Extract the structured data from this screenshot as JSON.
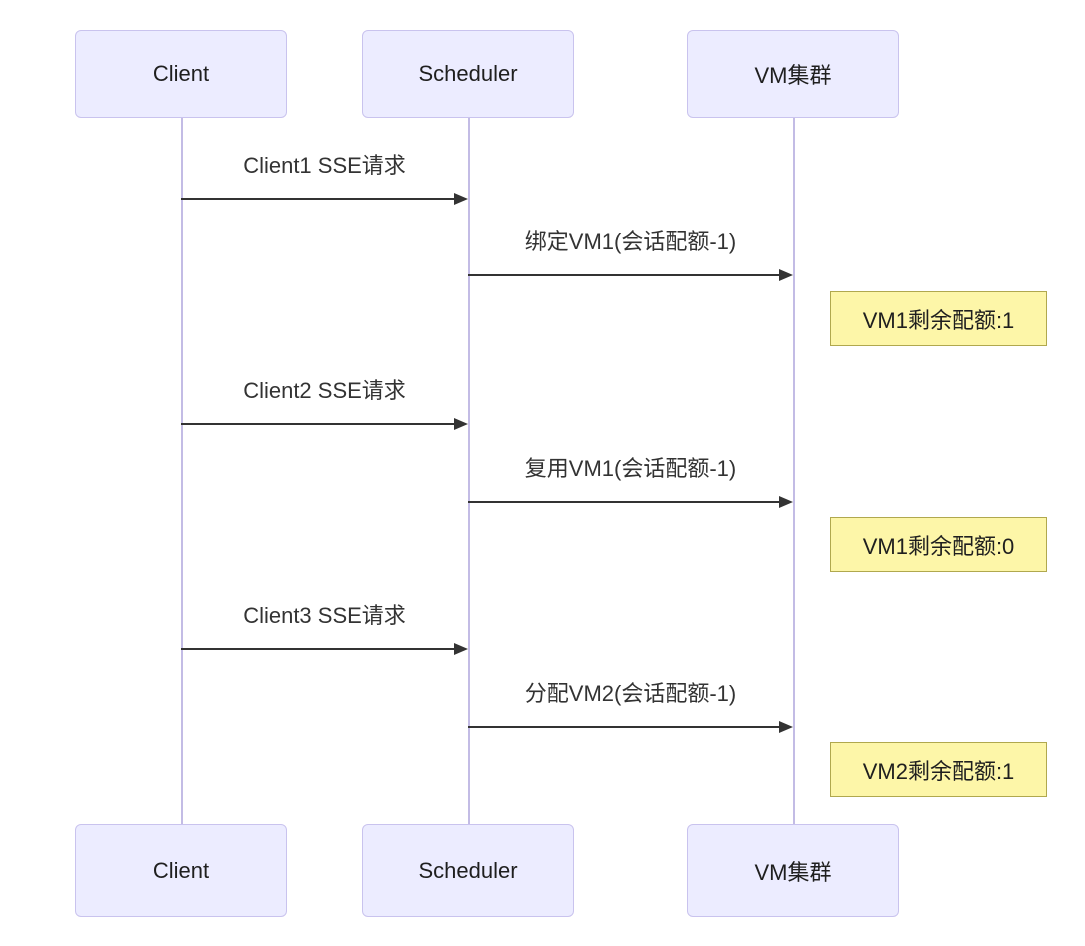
{
  "diagram": {
    "type": "sequence-diagram",
    "actors": [
      {
        "id": "client",
        "label": "Client"
      },
      {
        "id": "scheduler",
        "label": "Scheduler"
      },
      {
        "id": "vm-cluster",
        "label": "VM集群"
      }
    ],
    "messages": [
      {
        "from": "Client",
        "to": "Scheduler",
        "label": "Client1 SSE请求"
      },
      {
        "from": "Scheduler",
        "to": "VM集群",
        "label": "绑定VM1(会话配额-1)"
      },
      {
        "from": "Client",
        "to": "Scheduler",
        "label": "Client2 SSE请求"
      },
      {
        "from": "Scheduler",
        "to": "VM集群",
        "label": "复用VM1(会话配额-1)"
      },
      {
        "from": "Client",
        "to": "Scheduler",
        "label": "Client3 SSE请求"
      },
      {
        "from": "Scheduler",
        "to": "VM集群",
        "label": "分配VM2(会话配额-1)"
      }
    ],
    "notes": [
      {
        "anchor": "VM集群",
        "label": "VM1剩余配额:1"
      },
      {
        "anchor": "VM集群",
        "label": "VM1剩余配额:0"
      },
      {
        "anchor": "VM集群",
        "label": "VM2剩余配额:1"
      }
    ]
  },
  "colors": {
    "actor-fill": "#ececff",
    "actor-border": "#c9c3ee",
    "lifeline": "#c3bce5",
    "arrow": "#333333",
    "note-fill": "#fdf6a8",
    "note-border": "#b0a84e",
    "text": "#1f1f1f",
    "message-text": "#333333"
  }
}
